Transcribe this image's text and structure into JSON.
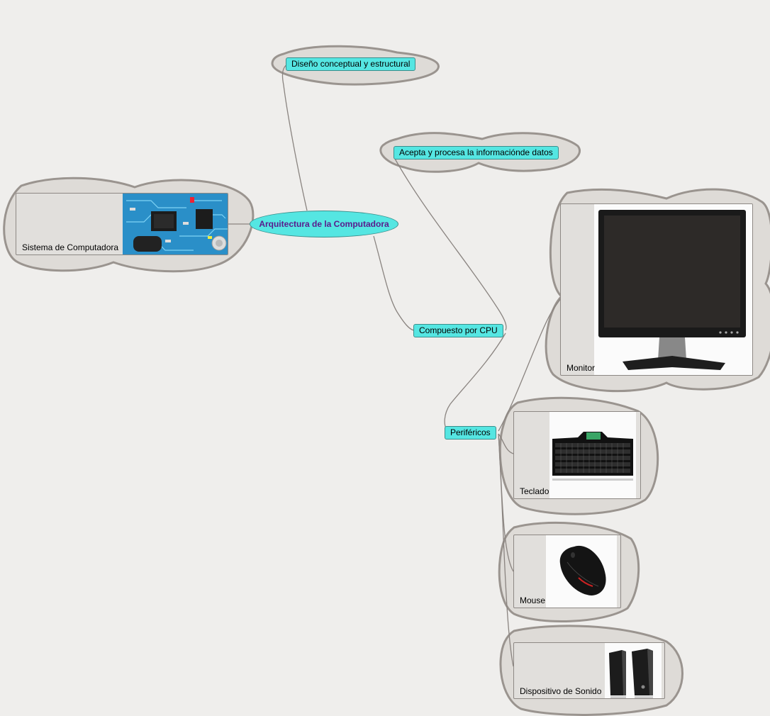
{
  "diagram": {
    "central": {
      "label": "Arquitectura de la Computadora"
    },
    "branches": [
      {
        "id": "diseno",
        "label": "Diseño conceptual y estructural"
      },
      {
        "id": "acepta",
        "label": "Acepta y procesa la informaciónde datos"
      },
      {
        "id": "compuesto",
        "label": "Compuesto por CPU"
      },
      {
        "id": "perifericos",
        "label": "Periféricos"
      }
    ],
    "image_cards": [
      {
        "id": "sistema",
        "label": "Sistema de Computadora",
        "icon": "circuit-board-image"
      },
      {
        "id": "monitor",
        "label": "Monitor",
        "icon": "monitor-image"
      },
      {
        "id": "teclado",
        "label": "Teclado",
        "icon": "keyboard-image"
      },
      {
        "id": "mouse",
        "label": "Mouse",
        "icon": "mouse-image"
      },
      {
        "id": "sonido",
        "label": "Dispositivo de Sonido",
        "icon": "speakers-image"
      }
    ]
  },
  "colors": {
    "background": "#efeeec",
    "node_fill": "#55e6e2",
    "central_text": "#5a1a8c",
    "cloud_fill": "#dedbd7",
    "cloud_stroke": "#9a948f",
    "connector": "#8a8480"
  }
}
